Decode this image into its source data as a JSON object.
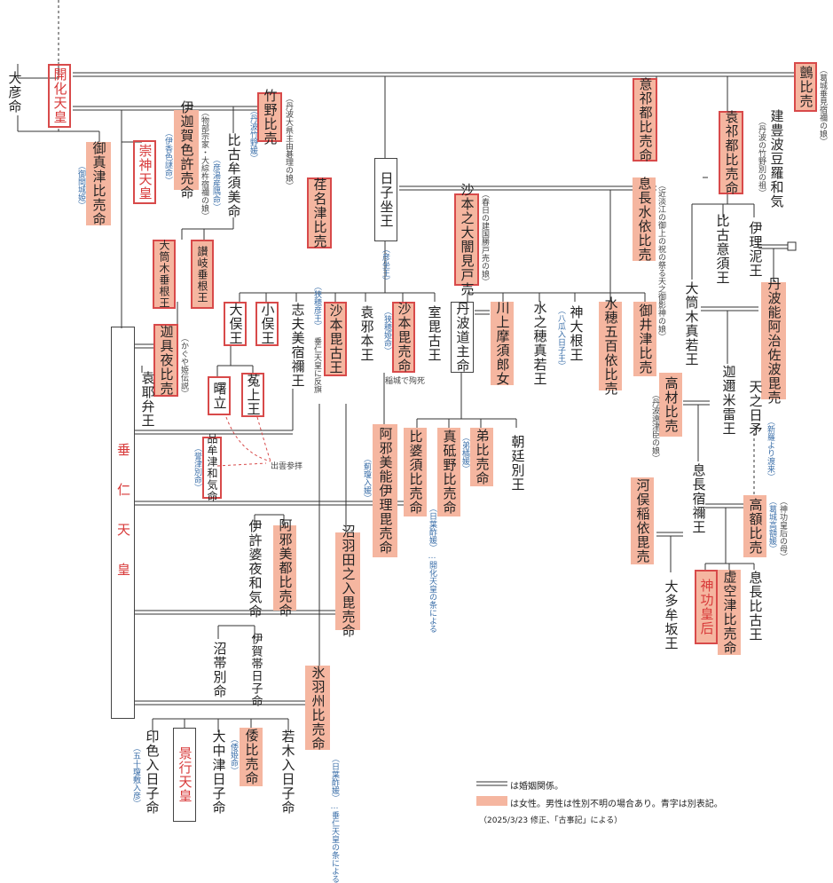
{
  "persons": {
    "ooHiko": "大彦命",
    "kaika": "開化天皇",
    "washi": "鸇比売",
    "okitsu": "意祁都比売命",
    "ukeitsu": "袁祁都比売命",
    "takeno": "竹野比売",
    "ikagashiko": "伊迦賀色許売命",
    "mimakitsu": "御真津比売命",
    "sujin": "崇神天皇",
    "hikoimasu": "比古牟須美命",
    "kotatehiko": "建豊波豆羅和気",
    "ohotsutsukitaruhine": "大筒木垂根王",
    "sanukitarune": "讃岐垂根王",
    "komotsu": "荏名津比売",
    "hikoimasu2": "日子坐王",
    "sahobito": "沙本之大闇見戸売",
    "okinagamizuyori": "息長水依比売",
    "hikoyasu": "比古意須王",
    "iripine": "伊理泥王",
    "tanbanoachisa": "丹波能阿治佐波毘売",
    "ooyasu": "大俣王",
    "omata": "小俣王",
    "shibu": "志夫美宿禰王",
    "sahobiko": "沙本毘古王",
    "ozabe": "袁邪本王",
    "sahobime": "沙本毘売命",
    "murobiko": "室毘古王",
    "tanbamichi": "丹波道主命",
    "kawakami": "川上摩須郎女",
    "mizunohomawaka": "水之穂真若王",
    "kamioone": "神大根王",
    "mizuhoioyori": "水穂五百依比売",
    "mikitsu": "御井津比売",
    "ohotsutsukimawaka": "大筒木真若王",
    "kaguyahime": "迦具夜比売",
    "okobe": "袁耶弁王",
    "akebono": "曙立",
    "unakami": "菟上王",
    "takaki": "高材比売",
    "kazuranomi": "迦邇米雷王",
    "hinohoko": "天之日矛",
    "suinin": "垂仁天皇",
    "honmutsuwake": "品牟津和気命",
    "azami": "阿邪美能伊理毘売命",
    "hibasu": "比婆須比売命",
    "matono": "真砥野比売命",
    "otohime": "弟比売命",
    "asatowake": "朝廷別王",
    "kawamata": "河俣稲依毘売",
    "okinagasukune": "息長宿禰王",
    "takanuka": "高額比売",
    "okitomo": "伊許婆夜和気命",
    "azamitsu": "阿邪美都比売命",
    "nubatanoiri": "沼羽田之入毘売命",
    "ootaka": "大多牟坂王",
    "jingu": "神功皇后",
    "soratsu": "虚空津比売命",
    "okinagahiko": "息長比古王",
    "numatarashi": "沼帯別命",
    "igataraishi": "伊賀帯日子命",
    "hibasuhime": "氷羽州比売命",
    "inishiki": "印色入日子命",
    "keiko": "景行天皇",
    "ookatsu": "大中津日子命",
    "yamato": "倭比売命",
    "wakakiiri": "若木入日子命"
  },
  "notes": {
    "washi": "（葛城垂見宿禰の娘）",
    "kotatehiko": "（丹波の竹野別の祖）",
    "takeno": "（丹波竹野媛）",
    "takeno_side": "（丹波大県主由碁理の娘）",
    "ikagashiko": "（伊香色謎命）",
    "ikagashiko_side": "（物部宗家・大綜杵宿禰の娘）",
    "mimakitsu": "（御間城姫）",
    "hikoimasu": "（彦湯産隅命）",
    "hikoimasu2": "（彦坐王）",
    "sahobito": "（春日の建国勝戸売の娘）",
    "okinagamizuyori": "（近淡江の御上の祝の祭る天之御影神の娘）",
    "kamioone": "（八瓜入日子王）",
    "sahobiko": "（狭穂彦王）",
    "sahobiko_side": "垂仁天皇に反旗",
    "sahobime": "（狭穂姫命）",
    "sahobime_side": "稲城で殉死",
    "kaguyahime": "（かぐや姫伝説）",
    "takaki": "（丹波遠津臣の娘）",
    "hinohoko": "（新羅より渡来）",
    "honmutsuwake": "（誉津別命）",
    "izumo": "出雲参拝",
    "azami": "（薊瓊入媛）",
    "hibasu": "（日葉酢媛）…開化天皇の条による",
    "otohime": "（弟橘媛）",
    "takanuka": "（神功皇后の母）",
    "takanuka2": "（葛城高額媛）",
    "hibasuhime": "（日葉酢媛）…垂仁天皇の条による",
    "inishiki": "（五十瓊敷入彦）",
    "yamato": "（倭姫命）"
  },
  "legend": {
    "marriage": "は婚姻関係。",
    "female": "は女性。男性は性別不明の場合あり。青字は別表記。",
    "source": "（2025/3/23 修正、「古事記」による）"
  },
  "colors": {
    "female_fill": "#f5b6a0",
    "red_border": "#d84a4a",
    "emperor_text": "#d83a3a",
    "alt_name_text": "#3a6ea8"
  }
}
